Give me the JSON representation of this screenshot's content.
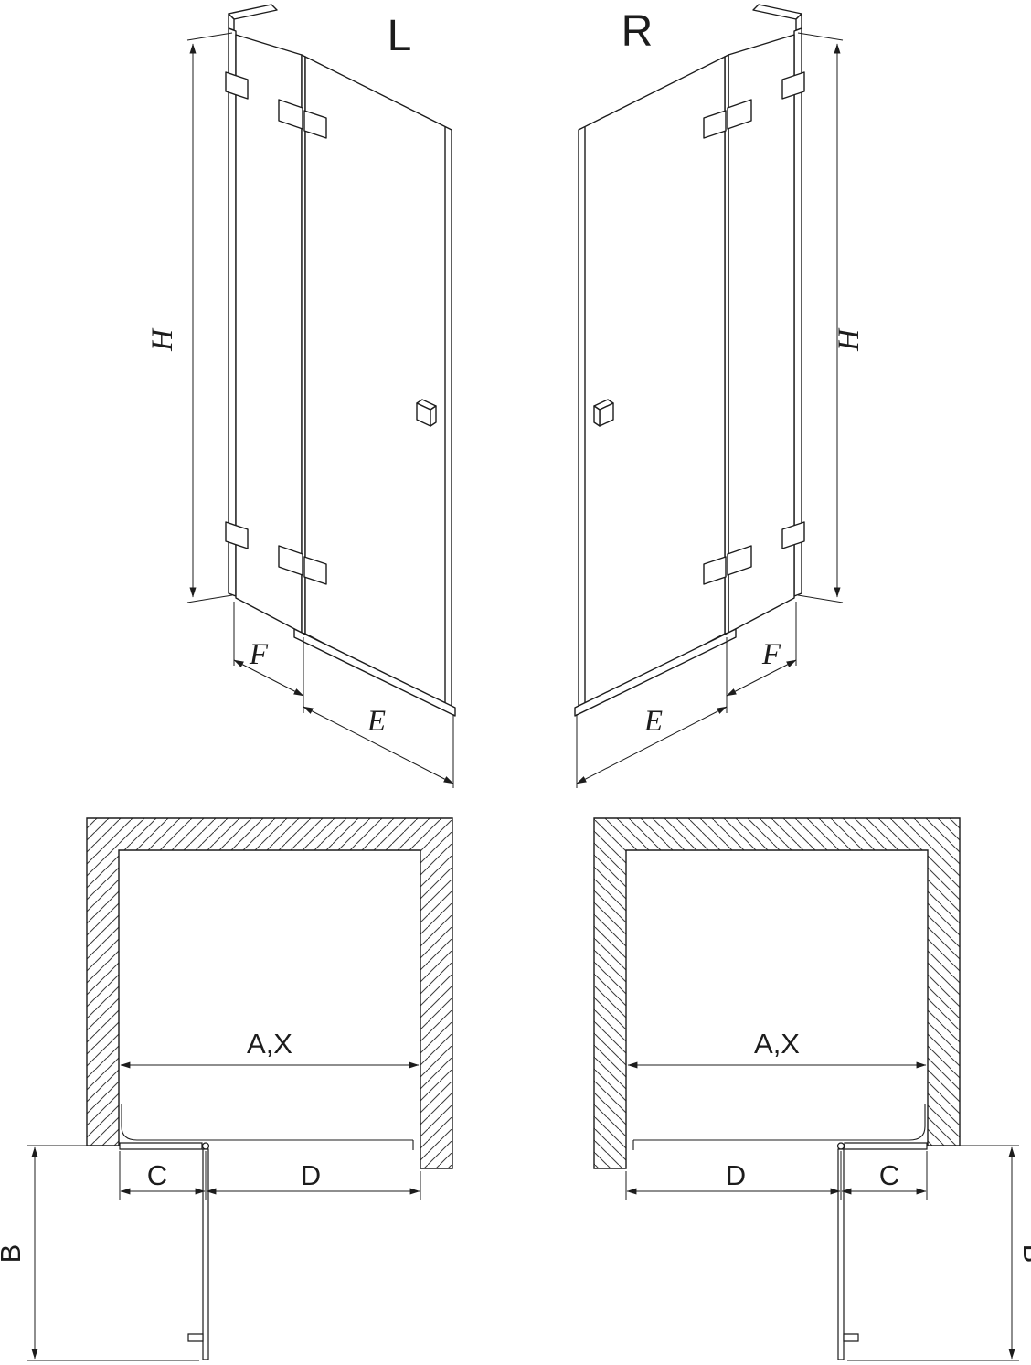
{
  "drawing": {
    "background": "#ffffff",
    "line_color": "#1c1c1c"
  },
  "views": {
    "left_perspective": {
      "label": "L",
      "height_dim": "H",
      "fixed_panel_dim": "F",
      "door_dim": "E"
    },
    "right_perspective": {
      "label": "R",
      "height_dim": "H",
      "fixed_panel_dim": "F",
      "door_dim": "E"
    },
    "left_plan": {
      "width_dim": "A,X",
      "depth_dim": "B",
      "fixed_panel_dim": "C",
      "door_dim": "D"
    },
    "right_plan": {
      "width_dim": "A,X",
      "depth_dim": "B",
      "fixed_panel_dim": "C",
      "door_dim": "D"
    }
  }
}
